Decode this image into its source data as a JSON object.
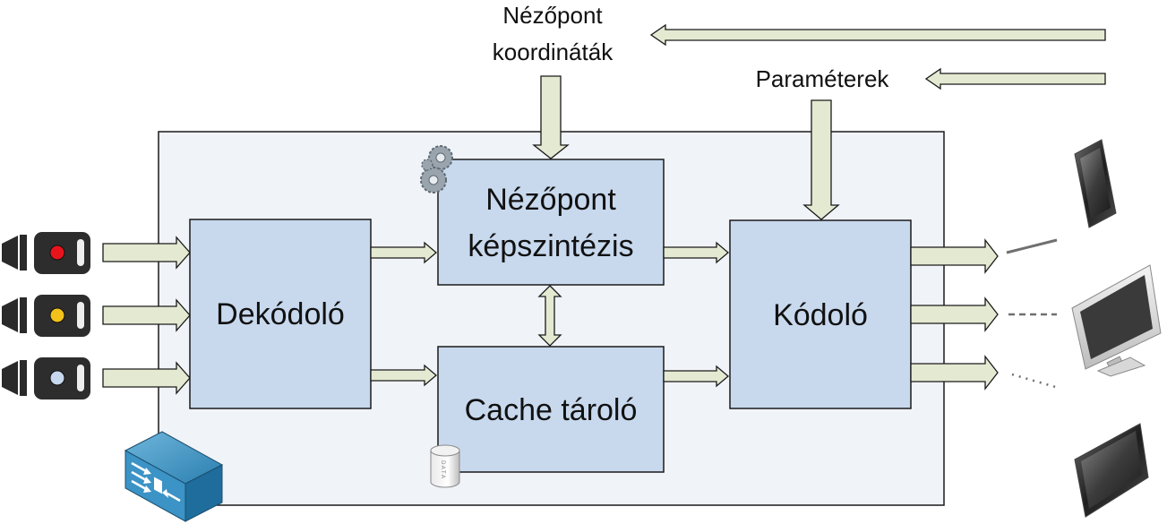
{
  "top_labels": {
    "viewpoint_coords_line1": "Nézőpont",
    "viewpoint_coords_line2": "koordináták",
    "parameters": "Paraméterek"
  },
  "blocks": {
    "decoder": "Dekódoló",
    "synthesis_line1": "Nézőpont",
    "synthesis_line2": "képszintézis",
    "cache": "Cache tároló",
    "encoder": "Kódoló"
  },
  "icons": {
    "cameras": [
      {
        "name": "camera-red-icon",
        "light": "#e8141c"
      },
      {
        "name": "camera-yellow-icon",
        "light": "#f2c21a"
      },
      {
        "name": "camera-blue-icon",
        "light": "#c6d7ee"
      }
    ],
    "gears": "gears-icon",
    "database": "database-icon",
    "server": "server-icon",
    "tablet_top": "tablet-icon",
    "monitor": "monitor-icon",
    "tablet_bottom": "tablet-icon"
  },
  "colors": {
    "block_fill": "#c8d9ee",
    "block_stroke": "#1a1a1a",
    "arrow_fill": "#e4ead2",
    "container_fill": "#f0f3f8"
  }
}
